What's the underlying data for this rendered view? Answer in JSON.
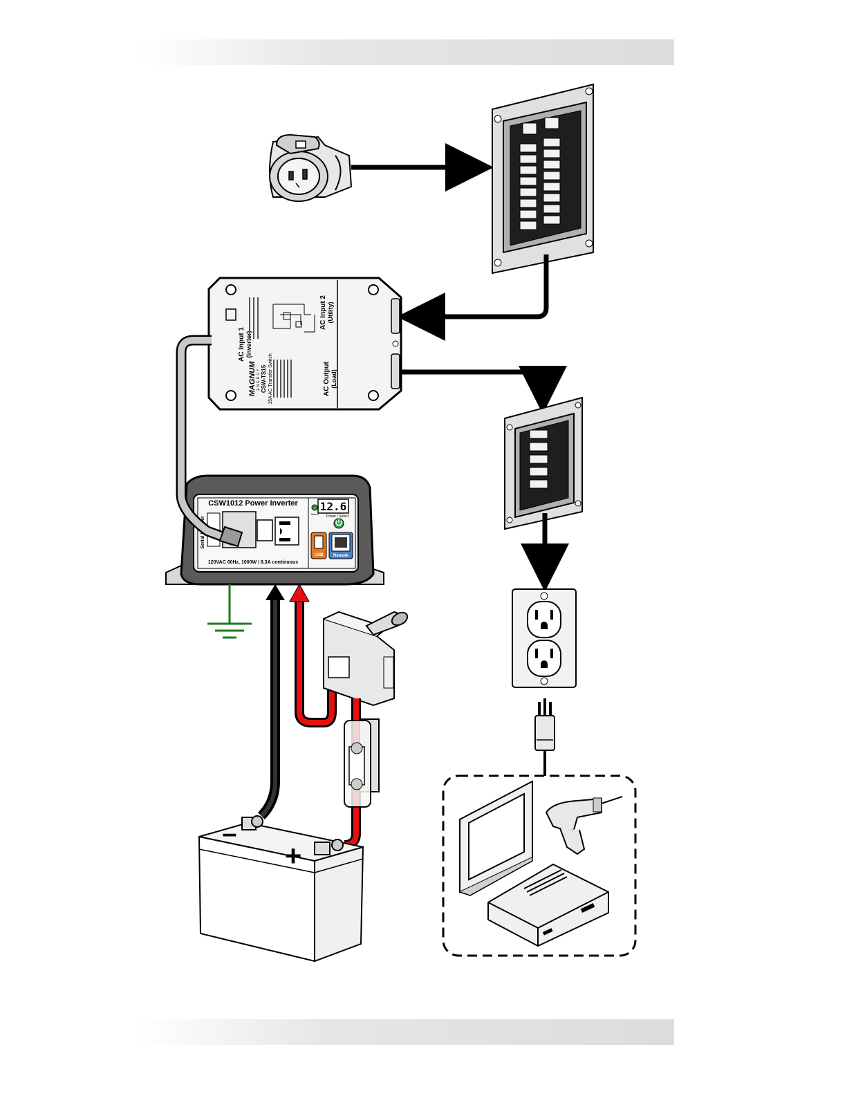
{
  "inverter": {
    "title": "CSW1012 Power Inverter",
    "rating": "120VAC 60Hz, 1000W / 8.3A continuous",
    "serial_label": "Serial Number",
    "display_value": "12.6",
    "status_label": "Status",
    "power_label": "Power / Select",
    "usb_label": "USB",
    "remote_label": "Remote"
  },
  "transfer_switch": {
    "brand": "MAGNUM",
    "brand_sub": "ENERGY",
    "model": "CSW-TS15",
    "description": "15A AC Transfer Switch",
    "input1_label": "AC Input 1",
    "input1_sub": "(Inverter)",
    "input2_label": "AC Input 2",
    "input2_sub": "(Utility)",
    "output_label": "AC Output",
    "output_sub": "(Load)"
  },
  "battery": {
    "negative_symbol": "–",
    "positive_symbol": "+"
  },
  "colors": {
    "positive_cable": "#e8100f",
    "negative_cable": "#111111",
    "ground": "#1a7a1a",
    "inverter_body": "#5a5a5a",
    "usb_accent": "#e8781e",
    "remote_accent": "#4a7fc4",
    "power_button": "#2fa84a"
  }
}
